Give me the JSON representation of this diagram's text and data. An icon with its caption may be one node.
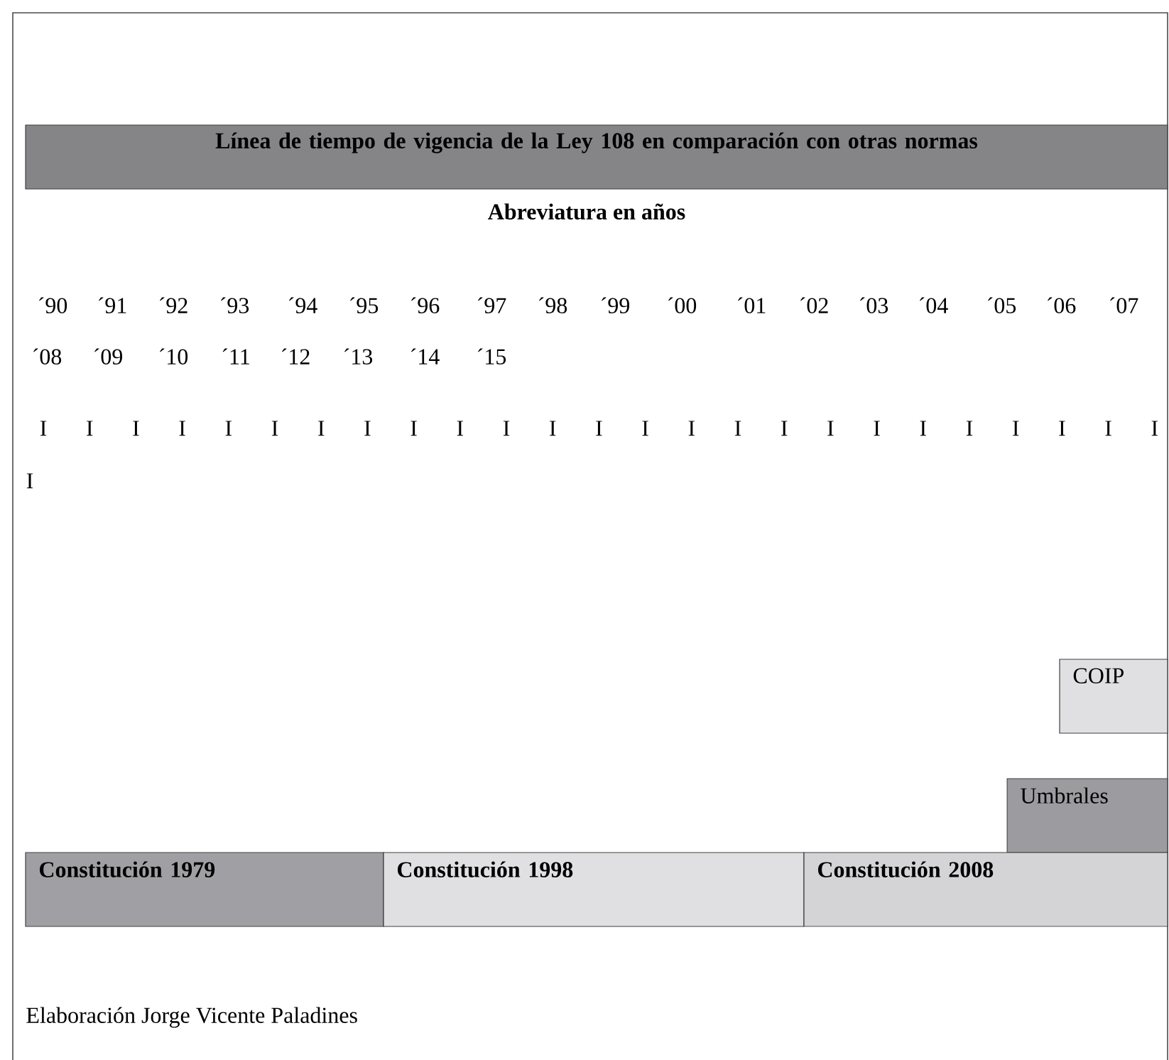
{
  "diagram": {
    "nodes": [
      {
        "text": [
          "Línea de tiempo de vigencia de la Ley 108 en comparación con otras normas"
        ]
      },
      {
        "text": [
          "COIP"
        ]
      },
      {
        "text": [
          "Umbrales"
        ]
      },
      {
        "text": [
          "Constitución 1979"
        ]
      },
      {
        "text": [
          "Constitución 1998"
        ]
      },
      {
        "text": [
          "Constitución 2008"
        ]
      }
    ],
    "edges": [],
    "labels": [
      "Abreviatura en años",
      "´90",
      "´91",
      "´92",
      "´93",
      "´94",
      "´95",
      "´96",
      "´97",
      "´98",
      "´99",
      "´00",
      "´01",
      "´02",
      "´03",
      "´04",
      "´05",
      "´06",
      "´07",
      "´08",
      "´09",
      "´10",
      "´11",
      "´12",
      "´13",
      "´14",
      "´15",
      "I",
      "I",
      "I",
      "I",
      "I",
      "I",
      "I",
      "I",
      "I",
      "I",
      "I",
      "I",
      "I",
      "I",
      "I",
      "I",
      "I",
      "I",
      "I",
      "I",
      "I",
      "I",
      "I",
      "I",
      "I",
      "I",
      "Elaboración Jorge Vicente Paladines"
    ]
  }
}
